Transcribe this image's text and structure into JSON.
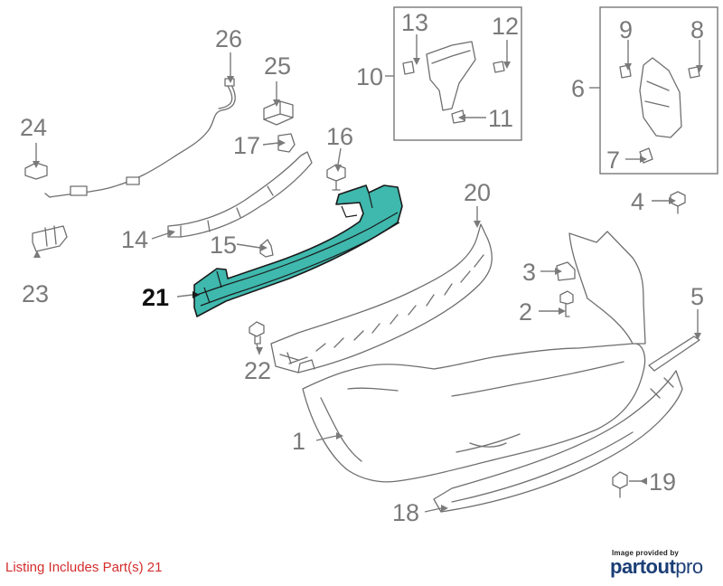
{
  "diagram": {
    "callouts": [
      "1",
      "2",
      "3",
      "4",
      "5",
      "6",
      "7",
      "8",
      "9",
      "10",
      "11",
      "12",
      "13",
      "14",
      "15",
      "16",
      "17",
      "18",
      "19",
      "20",
      "21",
      "22",
      "23",
      "24",
      "25",
      "26"
    ],
    "highlighted_part": "21",
    "highlight_color": "#3fb8ad"
  },
  "footer": {
    "listing_text": "Listing Includes Part(s) 21",
    "listing_color": "#d42d2d"
  },
  "brand": {
    "provided_by": "Image provided by",
    "name_part1": "partout",
    "name_part2": "pro",
    "color": "#1b3e76"
  }
}
